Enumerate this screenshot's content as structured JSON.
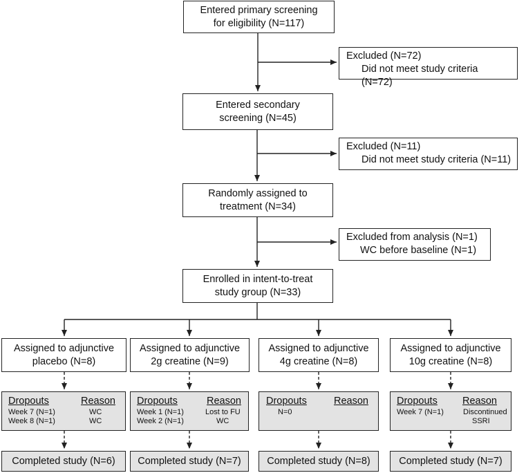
{
  "screening": {
    "line1": "Entered primary screening",
    "line2": "for eligibility (N=117)"
  },
  "excluded1": {
    "line1": "Excluded (N=72)",
    "line2": "Did not meet study criteria (N=72)"
  },
  "secondary": {
    "line1": "Entered secondary",
    "line2": "screening (N=45)"
  },
  "excluded2": {
    "line1": "Excluded (N=11)",
    "line2": "Did not meet study criteria (N=11)"
  },
  "randomized": {
    "line1": "Randomly assigned to",
    "line2": "treatment (N=34)"
  },
  "excluded3": {
    "line1": "Excluded from analysis (N=1)",
    "line2": "WC before baseline (N=1)"
  },
  "enrolled": {
    "line1": "Enrolled in intent-to-treat",
    "line2": "study group (N=33)"
  },
  "arms": [
    {
      "line1": "Assigned to adjunctive",
      "line2": "placebo (N=8)",
      "dropouts_header": "Dropouts",
      "reason_header": "Reason",
      "dropouts": [
        {
          "who": "Week 7 (N=1)",
          "reason": "WC"
        },
        {
          "who": "Week 8 (N=1)",
          "reason": "WC"
        }
      ],
      "completed": "Completed study (N=6)"
    },
    {
      "line1": "Assigned to adjunctive",
      "line2": "2g creatine (N=9)",
      "dropouts_header": "Dropouts",
      "reason_header": "Reason",
      "dropouts": [
        {
          "who": "Week 1 (N=1)",
          "reason": "Lost to FU"
        },
        {
          "who": "Week 2 (N=1)",
          "reason": "WC"
        }
      ],
      "completed": "Completed study (N=7)"
    },
    {
      "line1": "Assigned to adjunctive",
      "line2": "4g creatine (N=8)",
      "dropouts_header": "Dropouts",
      "reason_header": "Reason",
      "dropouts": [
        {
          "who": "N=0",
          "reason": ""
        }
      ],
      "completed": "Completed study (N=8)"
    },
    {
      "line1": "Assigned to adjunctive",
      "line2": "10g creatine (N=8)",
      "dropouts_header": "Dropouts",
      "reason_header": "Reason",
      "dropouts": [
        {
          "who": "Week 7 (N=1)",
          "reason": "Discontinued"
        },
        {
          "who": "",
          "reason": "SSRI"
        }
      ],
      "completed": "Completed study (N=7)"
    }
  ]
}
